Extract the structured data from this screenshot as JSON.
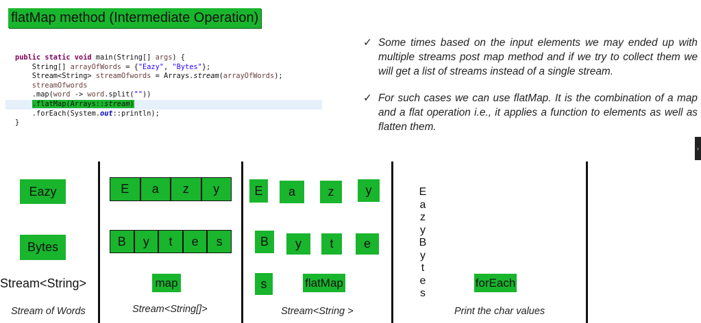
{
  "title": "flatMap method (Intermediate Operation)",
  "code": {
    "l1_kw": "public static void",
    "l1_rest": " main(String[] ",
    "l1_var": "args",
    "l1_end": ") {",
    "l2_a": "    String[] ",
    "l2_var": "arrayOfWords",
    "l2_b": " = {",
    "l2_s1": "\"Eazy\"",
    "l2_c": ", ",
    "l2_s2": "\"Bytes\"",
    "l2_d": "};",
    "l3_a": "    Stream<String> ",
    "l3_var": "streamOfwords",
    "l3_b": " = Arrays.",
    "l3_it": "stream",
    "l3_c": "(",
    "l3_var2": "arrayOfWords",
    "l3_d": ");",
    "l4": "    streamOfwords",
    "l5_a": "    .map(",
    "l5_var": "word",
    "l5_b": " -> ",
    "l5_var2": "word",
    "l5_c": ".split(",
    "l5_s": "\"\"",
    "l5_d": "))",
    "l6_a": "    ",
    "l6_fm": ".flatMap(Arrays::",
    "l6_it": "stream",
    "l6_end": ")",
    "l7_a": "    .forEach(System.",
    "l7_out": "out",
    "l7_b": "::println);",
    "l8": "}"
  },
  "notes": [
    "Some times based on the input elements we may ended up with multiple streams post map method and if we try to collect them we will get a list of streams instead of a single stream.",
    "For such cases we can use flatMap. It is the combination of a map and a flat operation i.e., it applies a function to elements as well as flatten them."
  ],
  "tick": "✓",
  "edge_glyph": "›",
  "diagram": {
    "words": [
      "Eazy",
      "Bytes"
    ],
    "source_label": "Stream<String>",
    "source_caption": "Stream of Words",
    "row1_chars": [
      "E",
      "a",
      "z",
      "y"
    ],
    "row2_chars": [
      "B",
      "y",
      "t",
      "e",
      "s"
    ],
    "map_label": "map",
    "map_caption": "Stream<String[]>",
    "flat_chars": [
      "E",
      "a",
      "z",
      "y",
      "B",
      "y",
      "t",
      "e",
      "s"
    ],
    "flatmap_label": "flatMap",
    "flat_caption": "Stream<String >",
    "vertical_chars": [
      "E",
      "a",
      "z",
      "y",
      "B",
      "y",
      "t",
      "e",
      "s"
    ],
    "foreach_label": "forEach",
    "foreach_caption": "Print the char values"
  },
  "colors": {
    "green": "#19b52d",
    "highlight": "#e6f0fb",
    "keyword": "#7f0055",
    "string": "#2a00ff"
  }
}
